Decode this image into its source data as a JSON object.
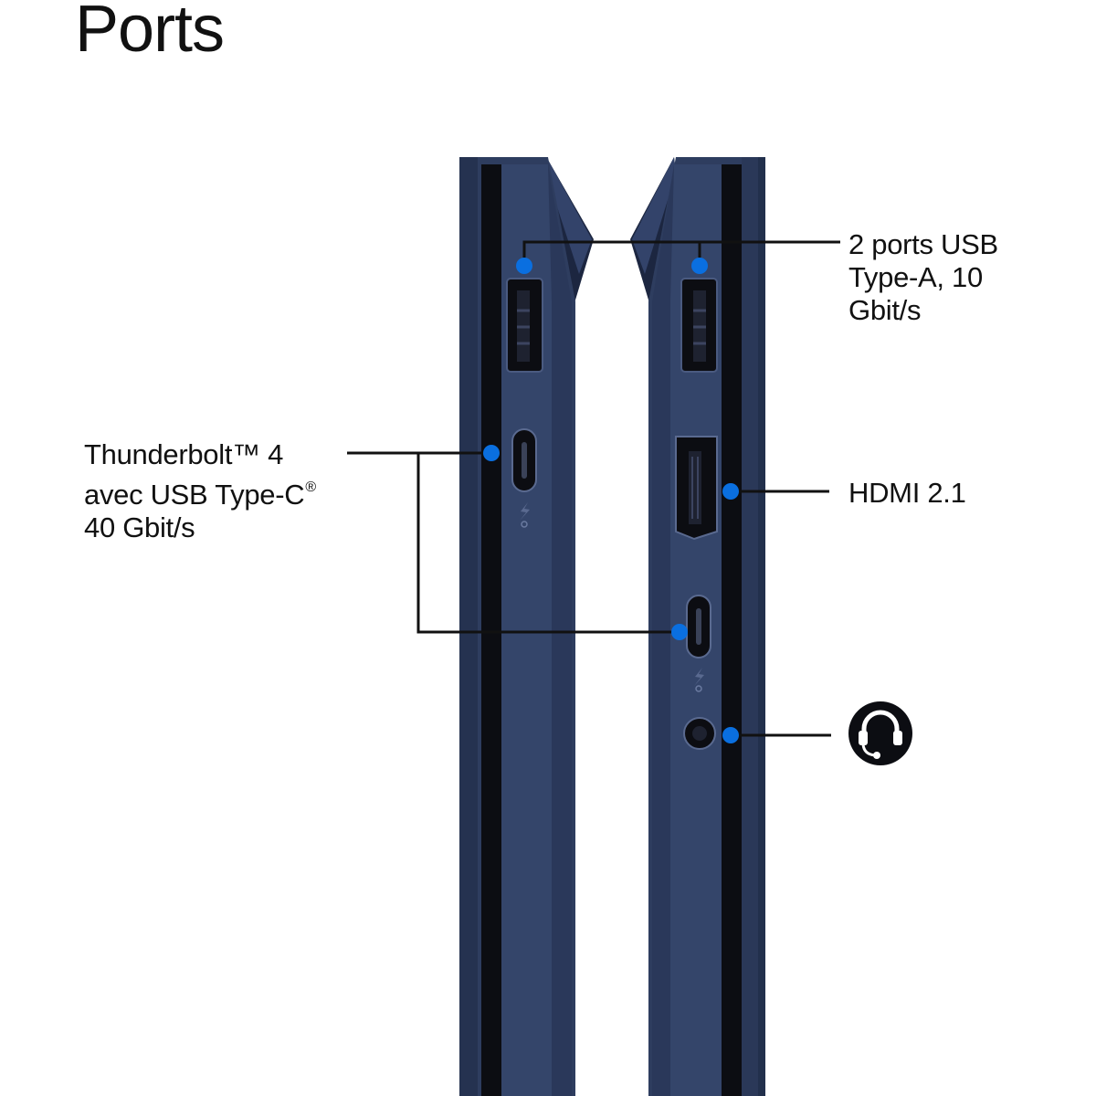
{
  "title": "Ports",
  "callouts": {
    "usb_a": {
      "lines": [
        "2 ports USB",
        "Type-A, 10",
        "Gbit/s"
      ]
    },
    "thunderbolt": {
      "line1": "Thunderbolt™ 4",
      "line2": "avec USB Type-C",
      "line2_mark": "®",
      "line3": "40 Gbit/s"
    },
    "hdmi": {
      "label": "HDMI 2.1"
    },
    "audio": {
      "icon": "headset-icon"
    }
  },
  "colors": {
    "chassis": "#2e3d5f",
    "chassis_dark": "#24314d",
    "chassis_light": "#3a4a70",
    "port_black": "#0c0d12",
    "marker_blue": "#0a6fe0",
    "leader_line": "#111111",
    "title": "#111111"
  }
}
